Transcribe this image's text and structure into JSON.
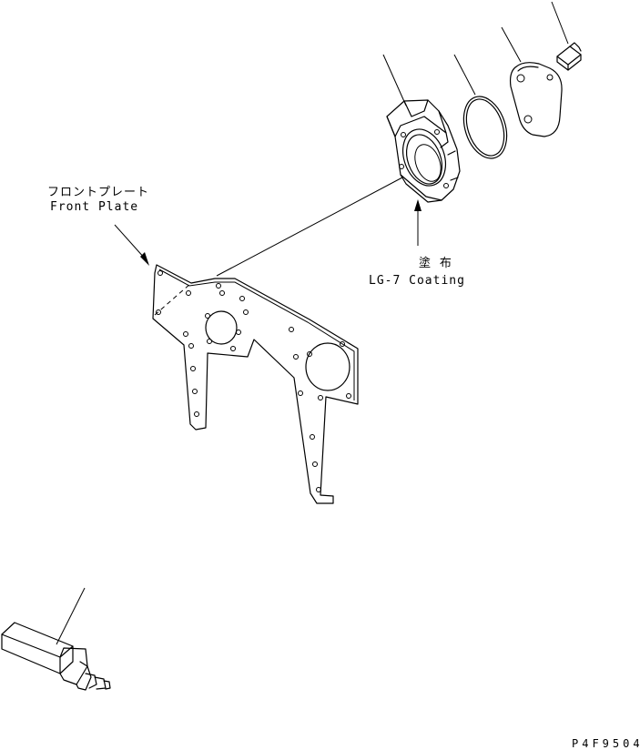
{
  "labels": {
    "front_plate_jp": "フロントプレート",
    "front_plate_en": "Front Plate",
    "coating_jp": "塗 布",
    "coating_en": "LG-7 Coating",
    "figure_code": "P4F9504"
  }
}
